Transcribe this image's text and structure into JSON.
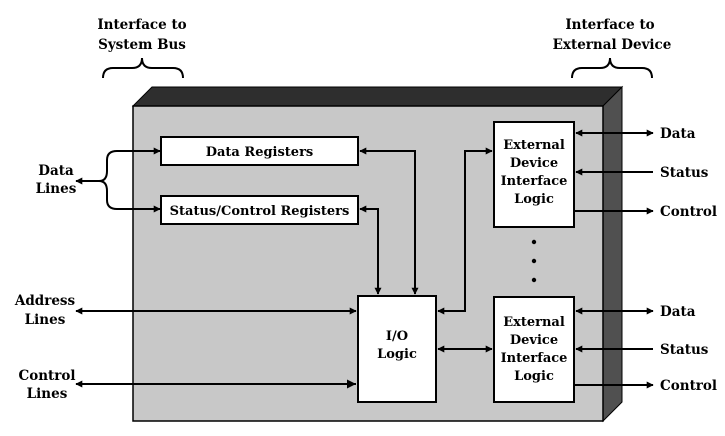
{
  "labels": {
    "interface_system_bus": [
      "Interface to",
      "System Bus"
    ],
    "interface_external": [
      "Interface to",
      "External Device"
    ],
    "data_lines": [
      "Data",
      "Lines"
    ],
    "address_lines": [
      "Address",
      "Lines"
    ],
    "control_lines": [
      "Control",
      "Lines"
    ]
  },
  "boxes": {
    "data_registers": "Data Registers",
    "status_control_registers": "Status/Control Registers",
    "io_logic": [
      "I/O",
      "Logic"
    ],
    "ext_interface_top": [
      "External",
      "Device",
      "Interface",
      "Logic"
    ],
    "ext_interface_bottom": [
      "External",
      "Device",
      "Interface",
      "Logic"
    ]
  },
  "ext_signals_top": [
    "Data",
    "Status",
    "Control"
  ],
  "ext_signals_bottom": [
    "Data",
    "Status",
    "Control"
  ],
  "colors": {
    "module_face": "#c8c8c8",
    "module_top": "#2e2e2e",
    "module_side": "#505050"
  }
}
